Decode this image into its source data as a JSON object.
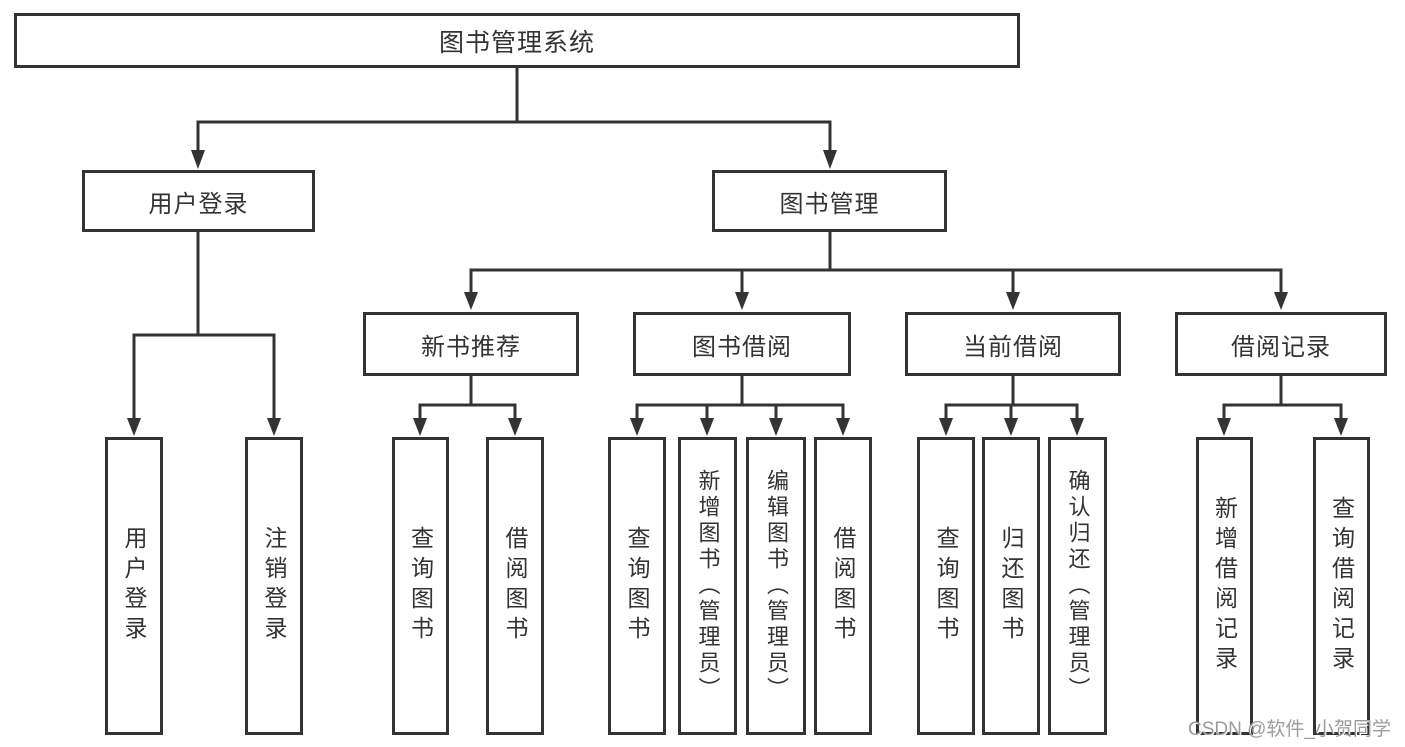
{
  "colors": {
    "background": "#ffffff",
    "line": "#333333",
    "box_border": "#333333",
    "text": "#333333",
    "watermark_text": "#9c9c9c"
  },
  "root": {
    "label": "图书管理系统"
  },
  "branches": [
    {
      "label": "用户登录",
      "children": [
        {
          "label": "用户登录"
        },
        {
          "label": "注销登录"
        }
      ]
    },
    {
      "label": "图书管理",
      "children": [
        {
          "label": "新书推荐",
          "children": [
            {
              "label": "查询图书"
            },
            {
              "label": "借阅图书"
            }
          ]
        },
        {
          "label": "图书借阅",
          "children": [
            {
              "label": "查询图书"
            },
            {
              "label": "新增图书（管理员）"
            },
            {
              "label": "编辑图书（管理员）"
            },
            {
              "label": "借阅图书"
            }
          ]
        },
        {
          "label": "当前借阅",
          "children": [
            {
              "label": "查询图书"
            },
            {
              "label": "归还图书"
            },
            {
              "label": "确认归还（管理员）"
            }
          ]
        },
        {
          "label": "借阅记录",
          "children": [
            {
              "label": "新增借阅记录"
            },
            {
              "label": "查询借阅记录"
            }
          ]
        }
      ]
    }
  ],
  "watermark": {
    "text": "CSDN @软件_小贺同学"
  }
}
